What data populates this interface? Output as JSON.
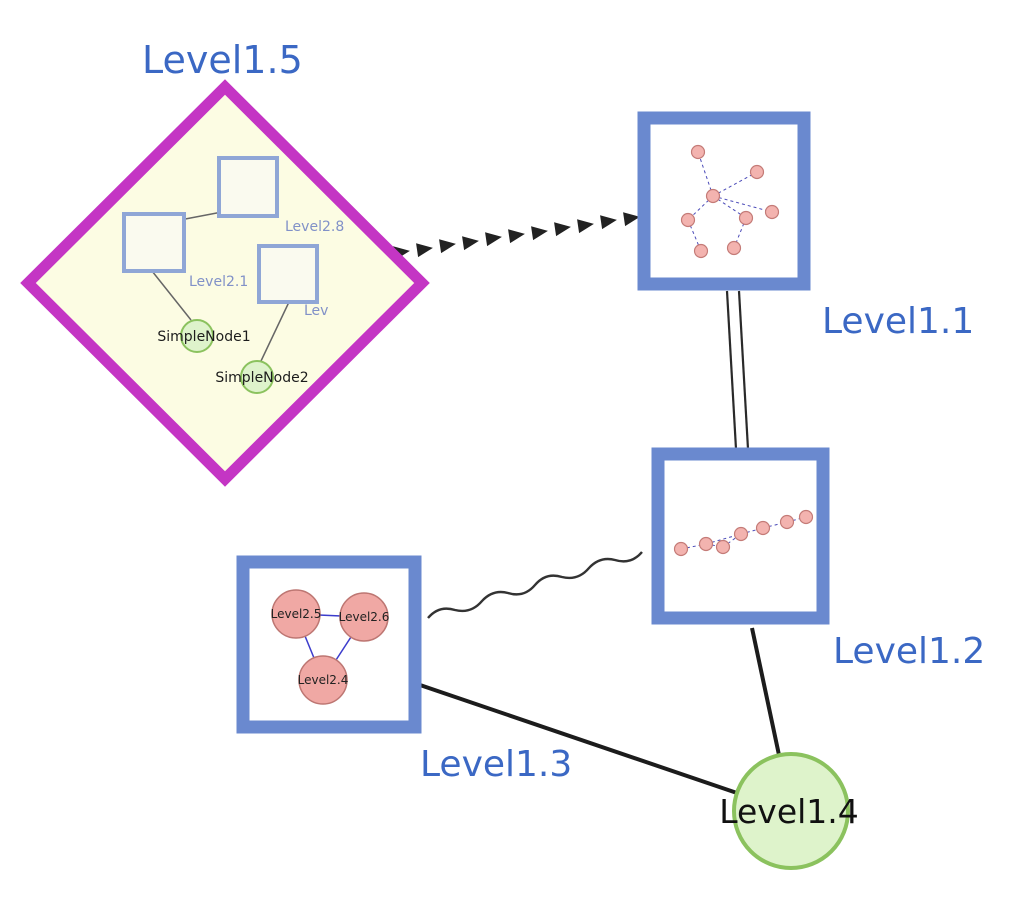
{
  "diagram": {
    "type": "nested-graph",
    "description": "Hierarchical grouped graph with five level-1 nodes and nested level-2 subgraphs"
  },
  "labels": {
    "level15": "Level1.5",
    "level11": "Level1.1",
    "level12": "Level1.2",
    "level13": "Level1.3",
    "level14": "Level1.4",
    "level28": "Level2.8",
    "level21": "Level2.1",
    "lev": "Lev",
    "simplenode1": "SimpleNode1",
    "simplenode2": "SimpleNode2",
    "level25": "Level2.5",
    "level26": "Level2.6",
    "level24": "Level2.4"
  },
  "edges": [
    {
      "from": "Level1.5",
      "to": "Level1.1",
      "style": "thick-dashed-arrowheads"
    },
    {
      "from": "Level1.1",
      "to": "Level1.2",
      "style": "double-line"
    },
    {
      "from": "Level1.3",
      "to": "Level1.2",
      "style": "wavy"
    },
    {
      "from": "Level1.3",
      "to": "Level1.4",
      "style": "solid-thick"
    },
    {
      "from": "Level1.2",
      "to": "Level1.4",
      "style": "solid-thick"
    }
  ],
  "colors": {
    "label_blue": "#3b68c4",
    "diamond_border_magenta": "#c435c4",
    "diamond_fill_yellow": "#fcfce3",
    "box_border_blue": "#6a89cf",
    "green_node_fill": "#def3cb",
    "green_node_border": "#8bc25e",
    "pink_node_fill": "#f3b3af",
    "pink_node_border": "#c47b77",
    "inner_edge_blue": "#3c3ccc",
    "edge_black": "#1c1c1c"
  }
}
